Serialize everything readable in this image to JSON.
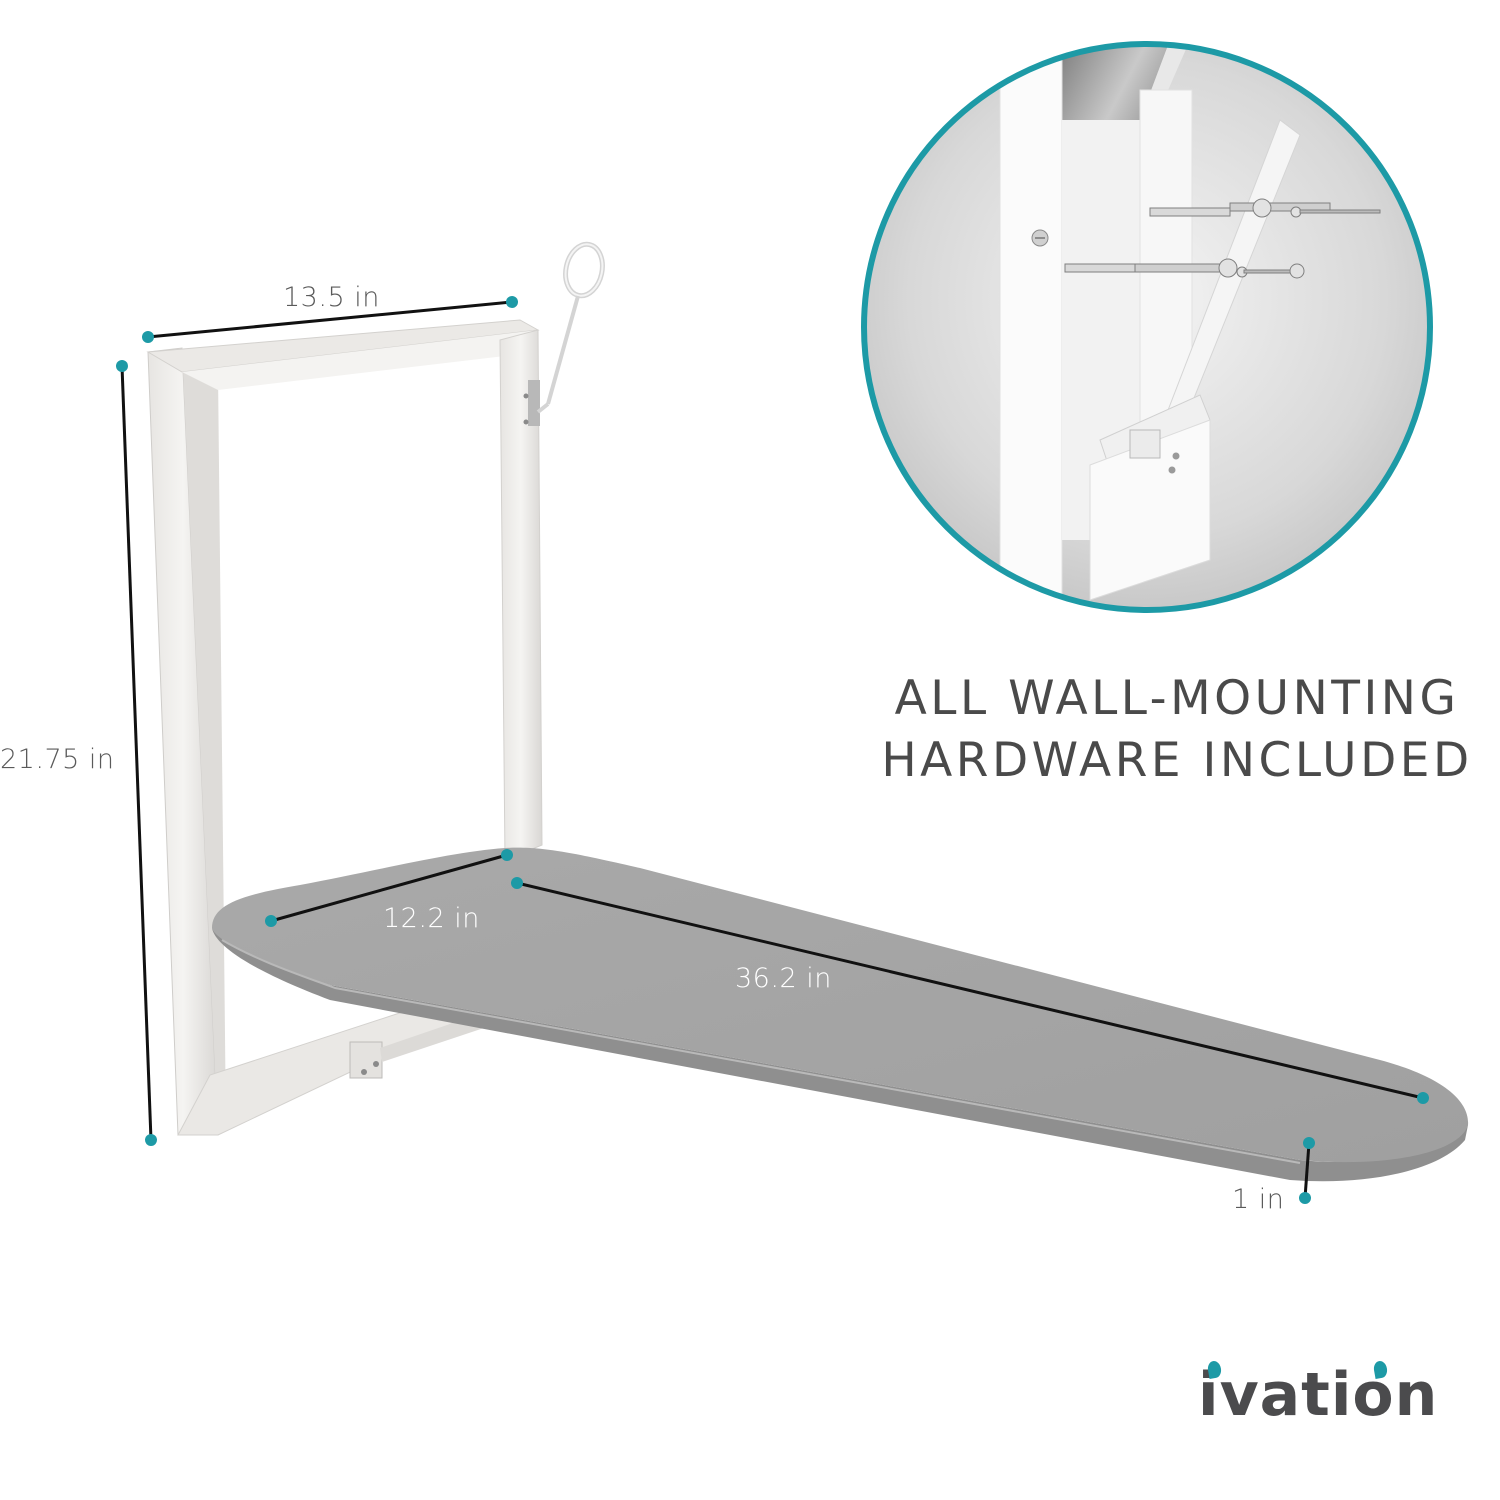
{
  "product_graphic": {
    "subject": "wall-mounted folding ironing board",
    "board_color": "#a3a3a3",
    "frame_color": "#f2f1ef",
    "accent_color": "#1d9aa6",
    "dimension_line_color": "#111111"
  },
  "dimensions": {
    "frame_width": "13.5 in",
    "frame_height": "21.75 in",
    "board_width": "12.2 in",
    "board_length": "36.2 in",
    "board_thickness": "1 in"
  },
  "inset": {
    "description": "close-up of wall-mounting hardware: anchors and screws",
    "border_color": "#1d9aa6"
  },
  "headline": {
    "line1": "ALL WALL-MOUNTING",
    "line2": "HARDWARE INCLUDED",
    "color": "#4a4a4a"
  },
  "brand": {
    "name": "ivation",
    "text_color": "#4b4b4d",
    "accent_color": "#1d9aa6"
  }
}
